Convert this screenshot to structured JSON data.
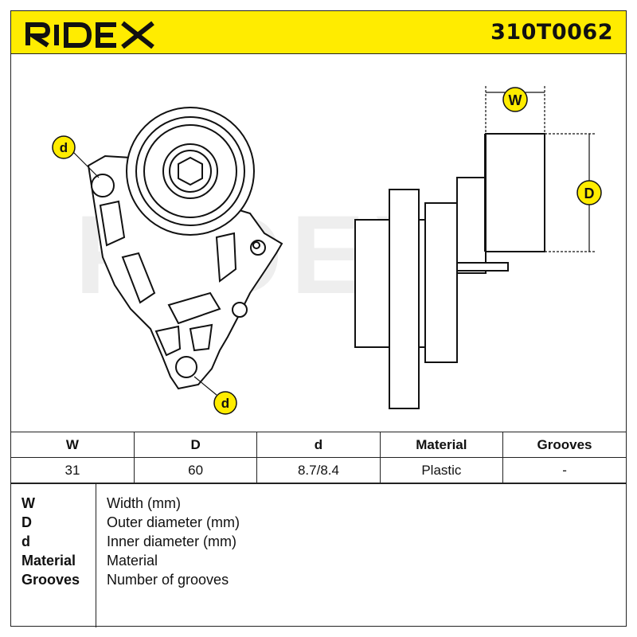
{
  "brand": {
    "name": "RIDEX",
    "color": "#111111",
    "header_color": "#ffec00"
  },
  "part_number": "310T0062",
  "watermark": "RIDEX",
  "drawing": {
    "callouts": {
      "width": "W",
      "outer_diameter": "D",
      "inner_diameter_top": "d",
      "inner_diameter_bottom": "d"
    }
  },
  "spec_table": {
    "headers": [
      "W",
      "D",
      "d",
      "Material",
      "Grooves"
    ],
    "values": [
      "31",
      "60",
      "8.7/8.4",
      "Plastic",
      "-"
    ]
  },
  "legend": [
    {
      "key": "W",
      "text": "Width (mm)"
    },
    {
      "key": "D",
      "text": "Outer diameter (mm)"
    },
    {
      "key": "d",
      "text": "Inner diameter (mm)"
    },
    {
      "key": "Material",
      "text": "Material"
    },
    {
      "key": "Grooves",
      "text": "Number of grooves"
    }
  ]
}
